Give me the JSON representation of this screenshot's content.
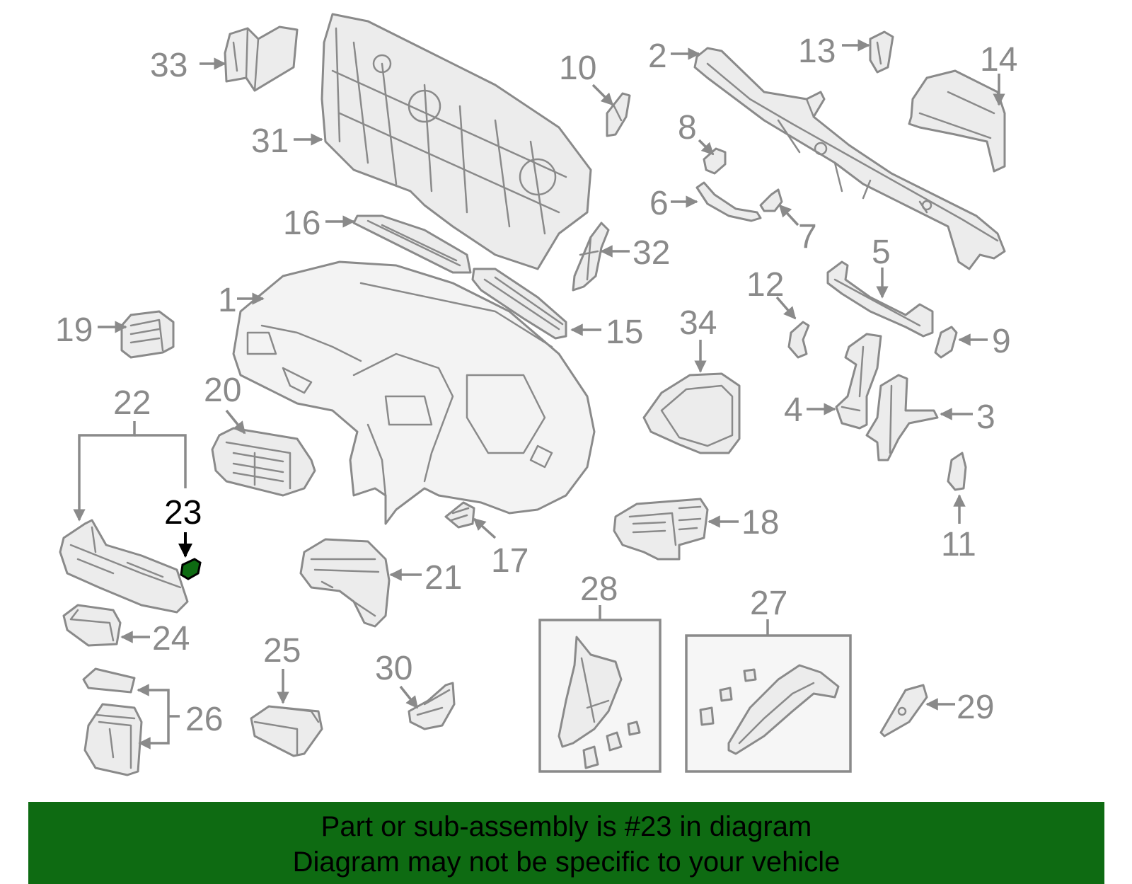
{
  "diagram": {
    "highlighted_part": "23",
    "callouts": [
      "1",
      "2",
      "3",
      "4",
      "5",
      "6",
      "7",
      "8",
      "9",
      "10",
      "11",
      "12",
      "13",
      "14",
      "15",
      "16",
      "17",
      "18",
      "19",
      "20",
      "21",
      "22",
      "23",
      "24",
      "25",
      "26",
      "27",
      "28",
      "29",
      "30",
      "31",
      "32",
      "33",
      "34"
    ]
  },
  "footer": {
    "line1": "Part or sub-assembly is #23 in diagram",
    "line2": "Diagram may not be specific to your vehicle"
  },
  "colors": {
    "highlight": "#0e6b12",
    "line": "#8a8a8a",
    "highlight_text": "#000000"
  }
}
